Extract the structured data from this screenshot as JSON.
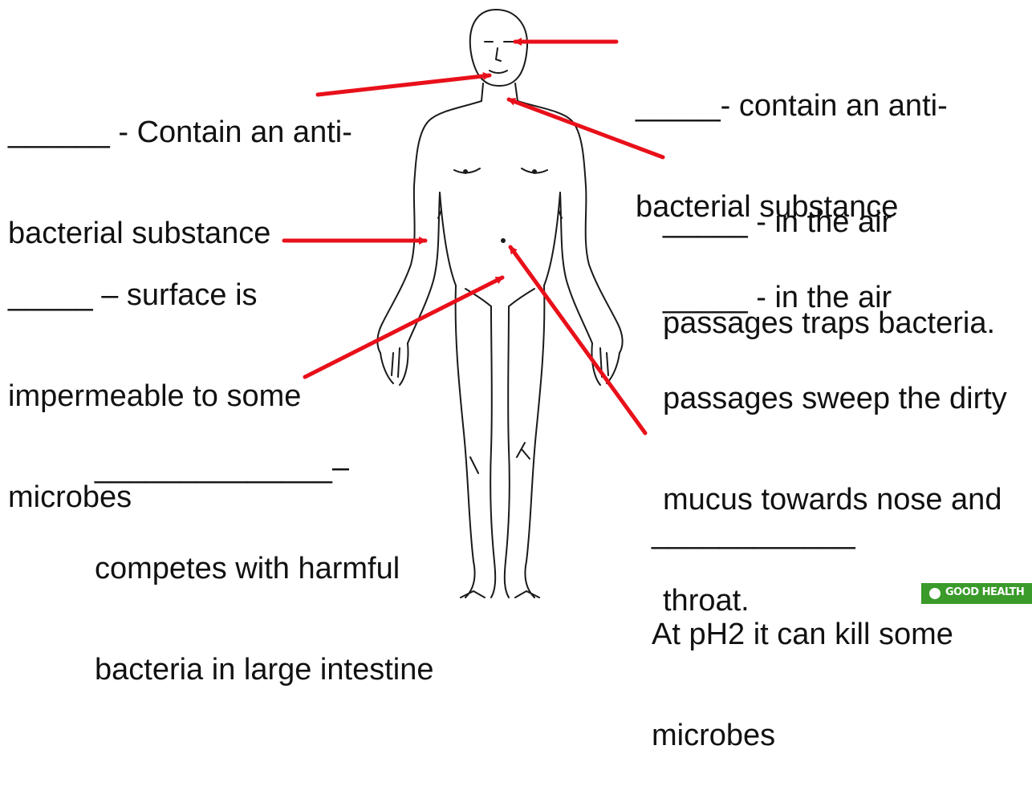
{
  "labels": {
    "saliva": {
      "line1": "______ - Contain an anti-",
      "line2": "bacterial substance"
    },
    "tears": {
      "line1": "_____- contain an anti-",
      "line2": "bacterial substance"
    },
    "mucus": {
      "line1": "_____ - in the air",
      "line2": "passages traps bacteria."
    },
    "cilia": {
      "line1": "_____ - in the air",
      "line2": "passages sweep the dirty",
      "line3": "mucus towards nose and",
      "line4": "throat."
    },
    "skin": {
      "line1": "_____ – surface is",
      "line2": "impermeable to some",
      "line3": "microbes"
    },
    "bacteria": {
      "line1": "______________–",
      "line2": "competes with harmful",
      "line3": "bacteria in large intestine"
    },
    "acid": {
      "line1": "____________",
      "line2": "At pH2 it can kill some",
      "line3": "microbes"
    }
  },
  "badge": {
    "text": "GOOD HEALTH"
  },
  "colors": {
    "arrow": "#e8101a",
    "outline": "#1a1a1a",
    "badge": "#3a9a2a"
  }
}
